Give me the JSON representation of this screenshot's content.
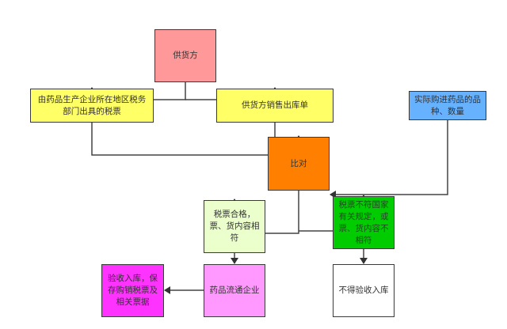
{
  "diagram": {
    "nodes": {
      "supplier": {
        "label": "供货方",
        "color": "#ff9999"
      },
      "tax_invoice": {
        "label": "由药品生产企业所在地区税务部门出具的税票",
        "color": "#ffff66"
      },
      "delivery_note": {
        "label": "供货方销售出库单",
        "color": "#ffff66"
      },
      "actual_goods": {
        "label": "实际购进药品的品种、数量",
        "color": "#66b2ff"
      },
      "compare": {
        "label": "比对",
        "color": "#ff8000"
      },
      "match": {
        "label": "税票合格，票、货内容相符",
        "color": "#ebffcc"
      },
      "mismatch": {
        "label": "税票不符国家有关规定，或票、货内容不相符",
        "color": "#00cc00"
      },
      "distributor": {
        "label": "药品流通企业",
        "color": "#ff99ff"
      },
      "accept": {
        "label": "验收入库，保存购销税票及相关票据",
        "color": "#ff33ff"
      },
      "reject": {
        "label": "不得验收入库",
        "color": "#ffffff"
      }
    },
    "edges": [
      {
        "from": "supplier",
        "to": "tax_invoice"
      },
      {
        "from": "supplier",
        "to": "delivery_note"
      },
      {
        "from": "tax_invoice",
        "to": "compare"
      },
      {
        "from": "delivery_note",
        "to": "compare"
      },
      {
        "from": "actual_goods",
        "to": "compare"
      },
      {
        "from": "compare",
        "to": "match"
      },
      {
        "from": "compare",
        "to": "mismatch"
      },
      {
        "from": "match",
        "to": "distributor"
      },
      {
        "from": "distributor",
        "to": "accept"
      },
      {
        "from": "mismatch",
        "to": "reject"
      }
    ]
  }
}
